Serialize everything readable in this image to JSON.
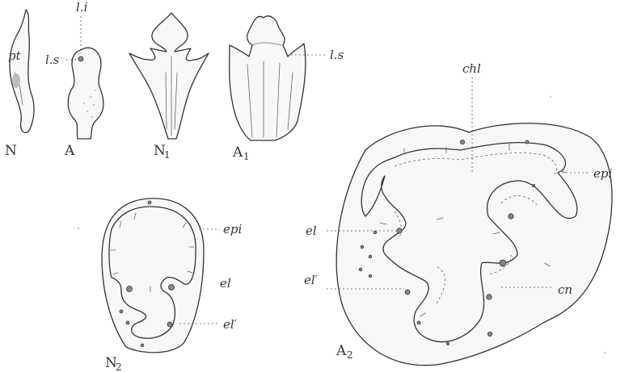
{
  "figures": {
    "N": {
      "main": "N"
    },
    "A": {
      "main": "A"
    },
    "N1": {
      "main": "N",
      "sub": "1"
    },
    "A1": {
      "main": "A",
      "sub": "1"
    },
    "N2": {
      "main": "N",
      "sub": "2"
    },
    "A2": {
      "main": "A",
      "sub": "2"
    }
  },
  "labels": {
    "pt": "pt",
    "li": "l.i",
    "ls_a": "l.s",
    "ls_a1": "l.s",
    "chl": "chl",
    "epi_a2": "epi",
    "el_a2": "el",
    "el2_a2": "el′",
    "cn": "cn",
    "epi_n2": "epi",
    "el_n2": "el",
    "el2_n2": "el′"
  }
}
